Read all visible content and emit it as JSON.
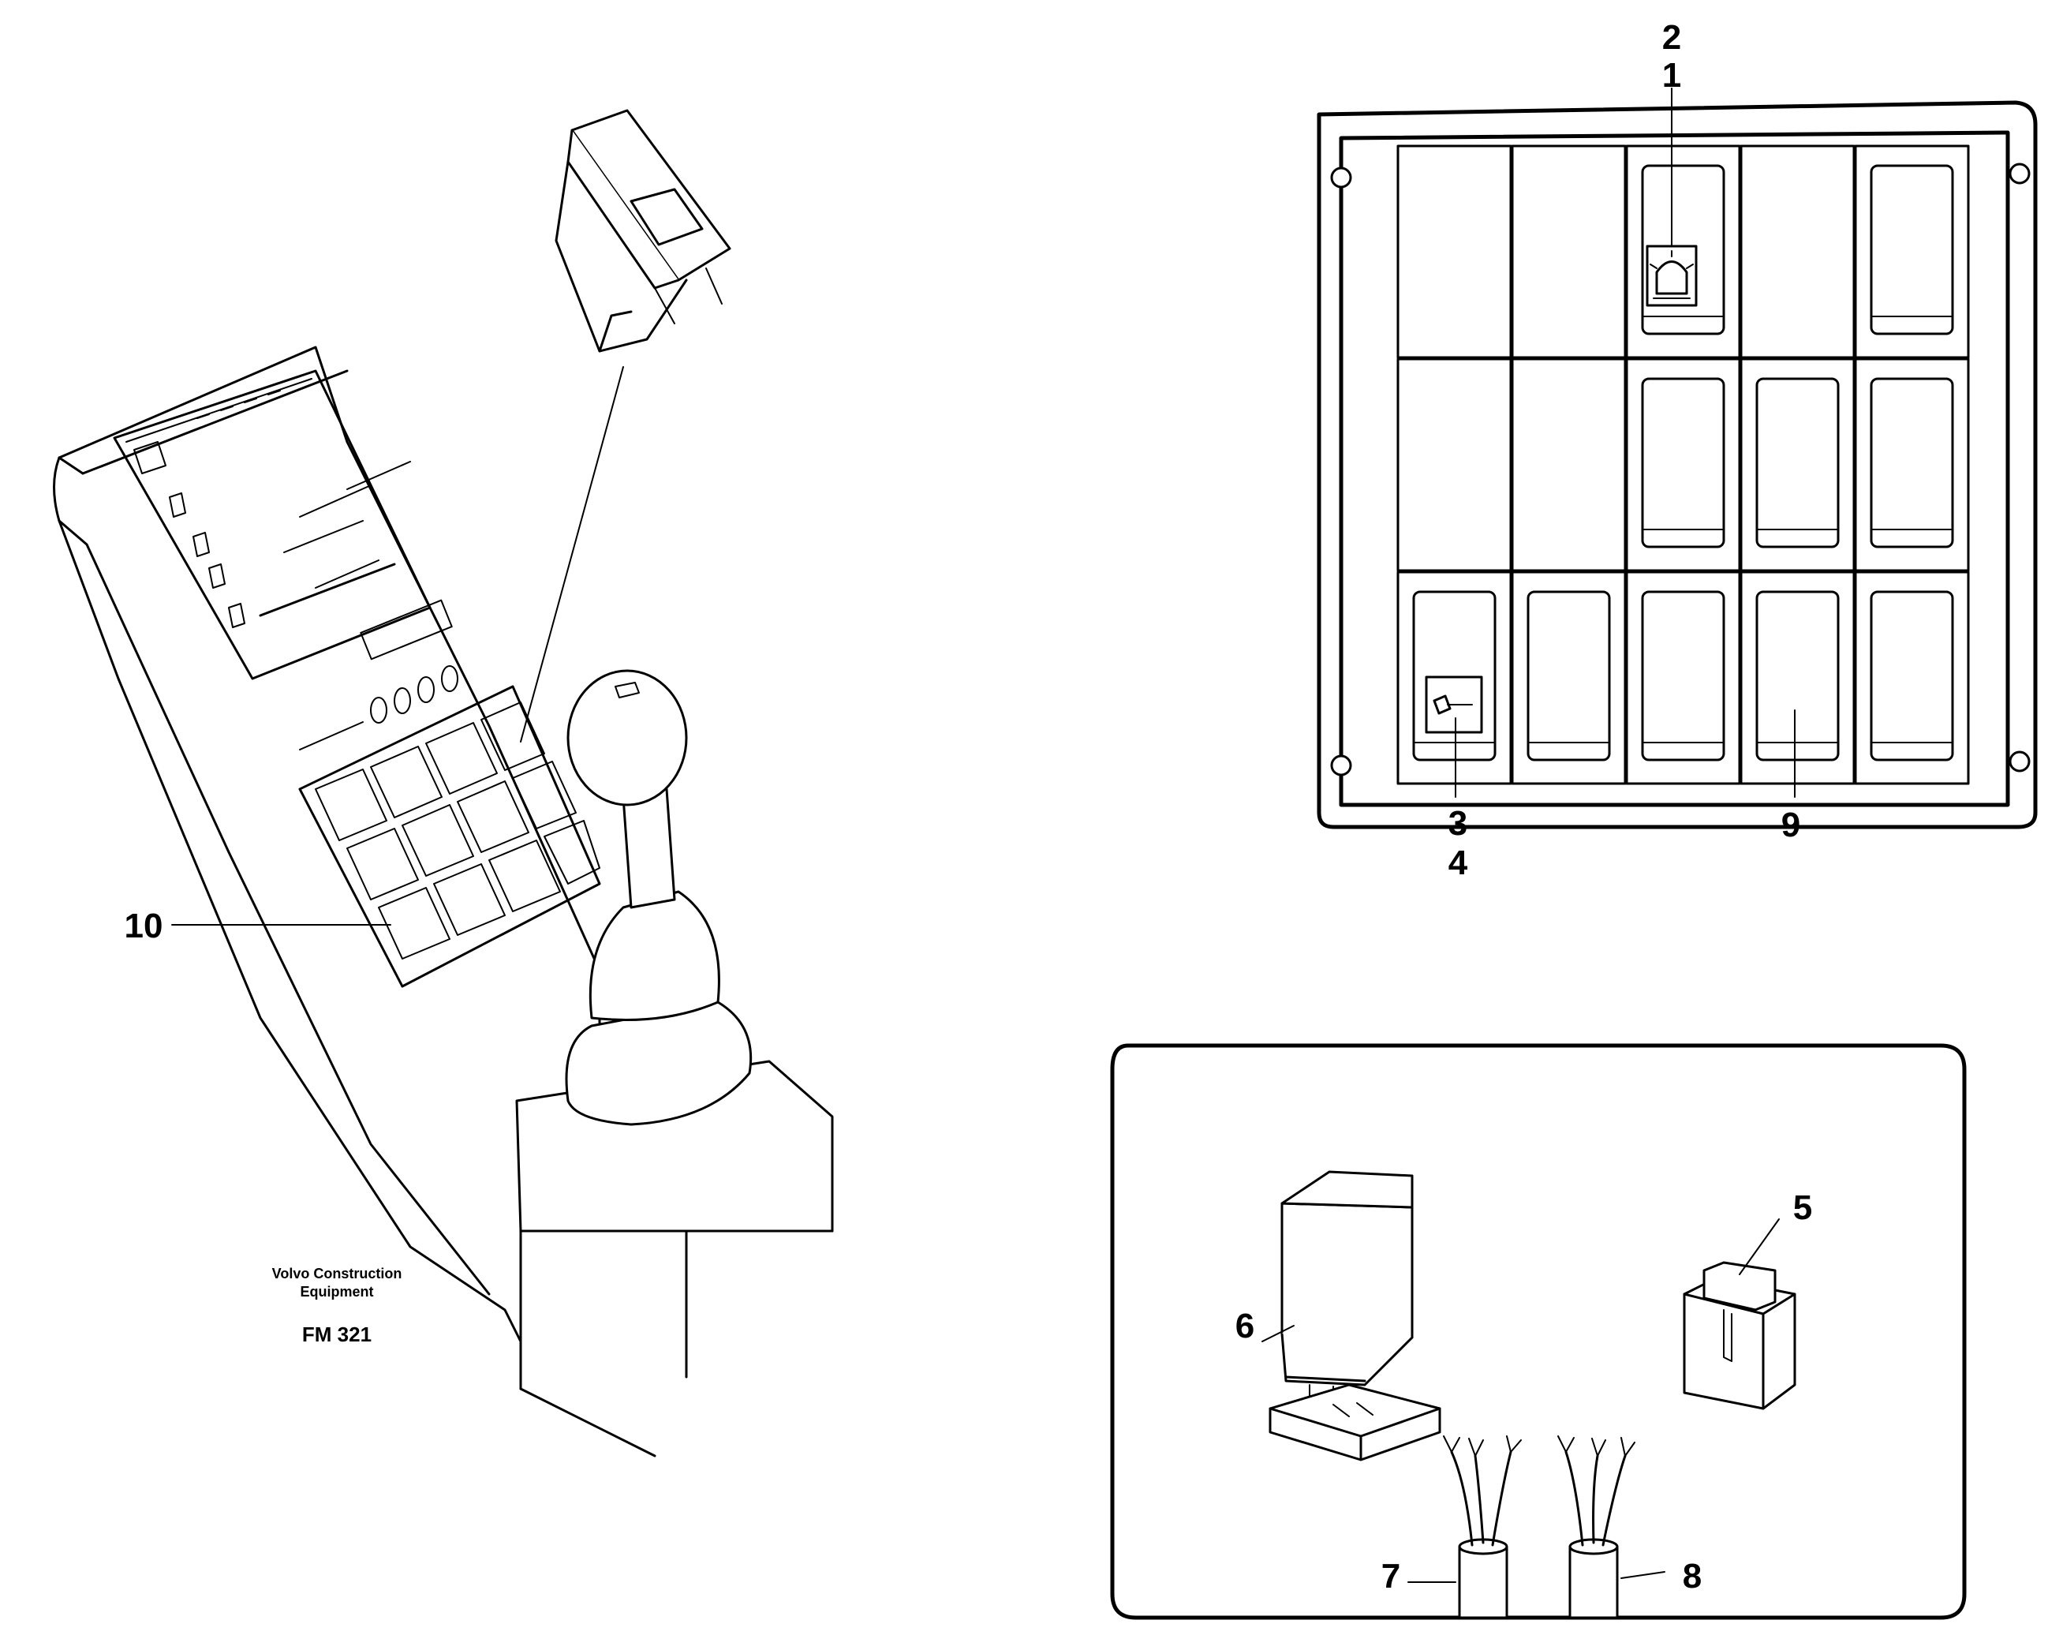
{
  "figure": {
    "caption": {
      "line1": "Volvo Construction",
      "line2": "Equipment",
      "code": "FM 321"
    },
    "callouts": {
      "c1": "1",
      "c2": "2",
      "c3": "3",
      "c4": "4",
      "c5": "5",
      "c6": "6",
      "c7": "7",
      "c8": "8",
      "c9": "9",
      "c10": "10"
    },
    "icons": {
      "rotating_beacon": "beacon-light-icon",
      "hammer": "hammer-icon"
    },
    "colors": {
      "line": "#000000",
      "background": "#ffffff"
    }
  }
}
